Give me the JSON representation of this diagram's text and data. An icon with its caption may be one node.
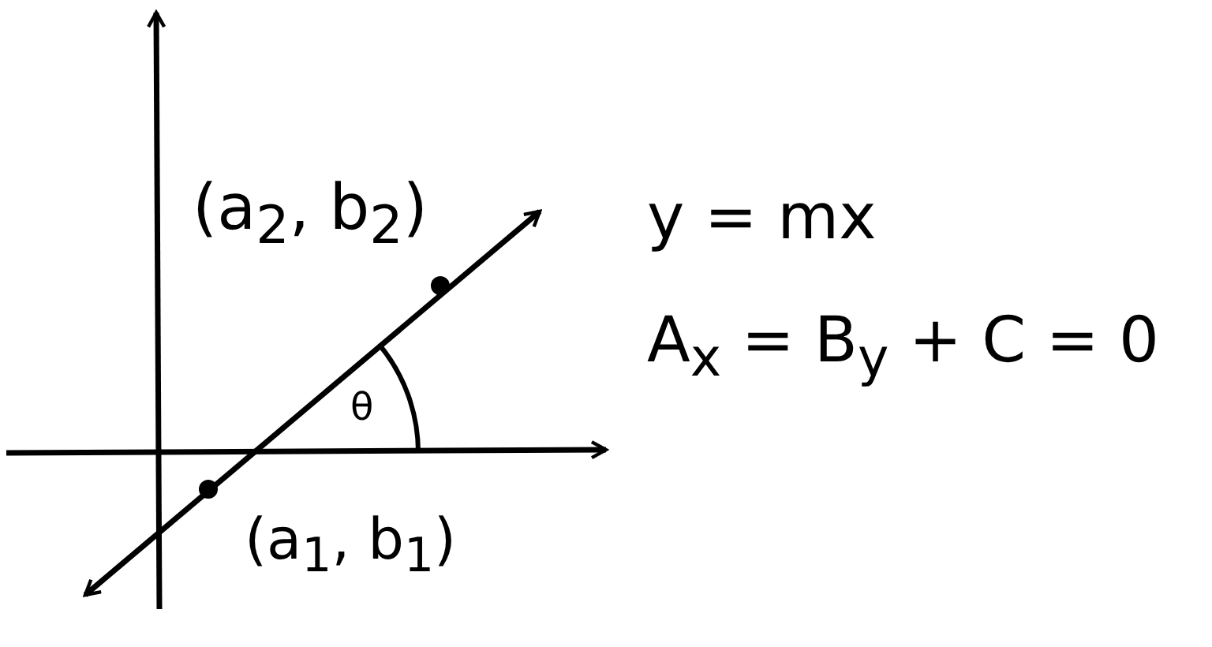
{
  "diagram": {
    "labels": [
      "(a$_{2}$, b$_{2}$)",
      "y = mx",
      "A$_{x}$ = B$_{y}$ + C = 0",
      "θ",
      "(a$_{1}$, b$_{1}$)"
    ]
  }
}
